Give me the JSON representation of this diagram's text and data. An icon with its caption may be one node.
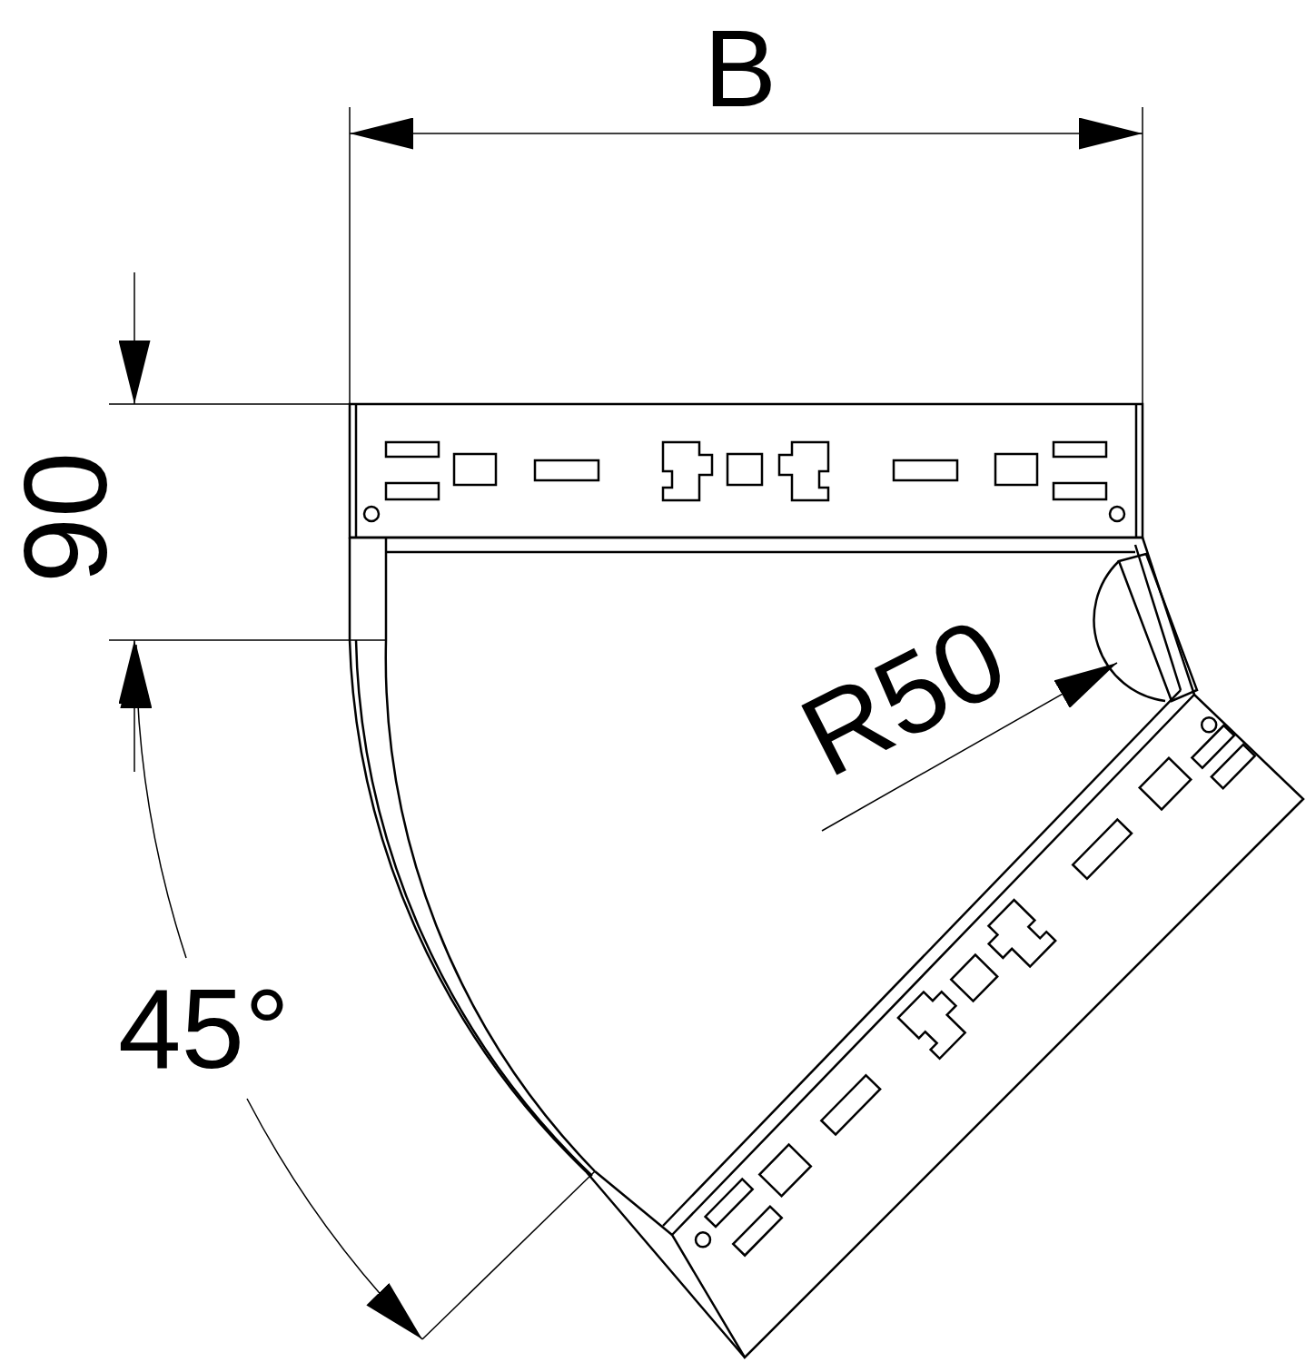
{
  "diagram": {
    "labels": [
      "B",
      "90",
      "R50",
      "45°"
    ]
  }
}
